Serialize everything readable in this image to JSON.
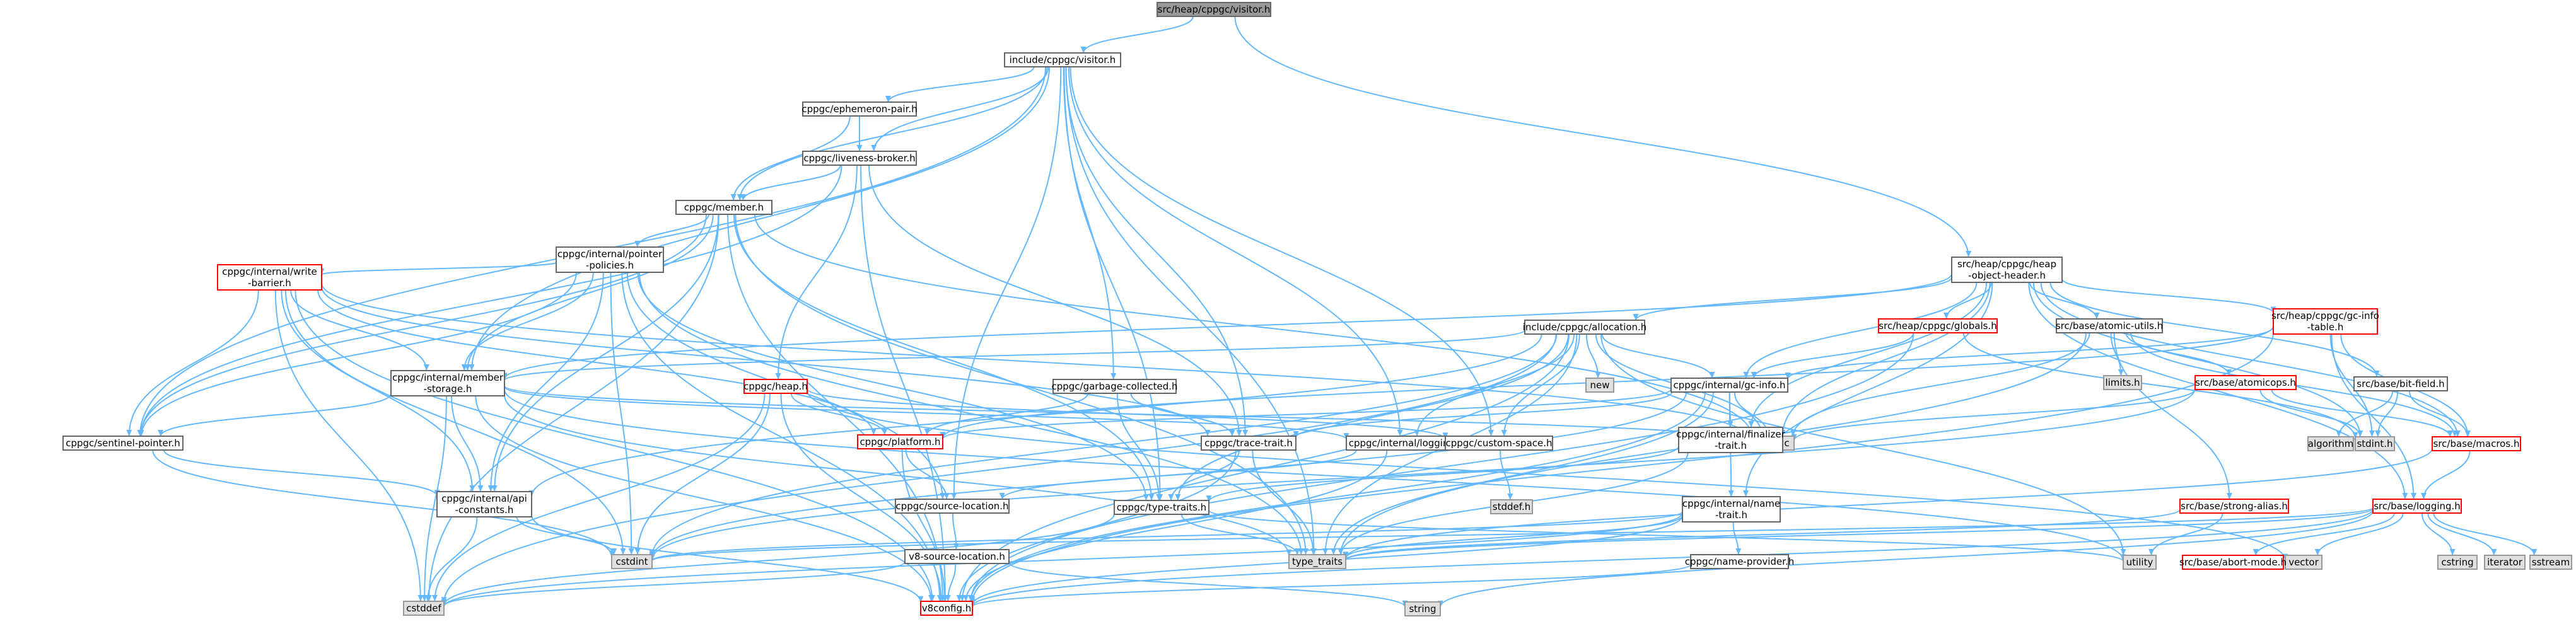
{
  "colors": {
    "edge": "#63b8ff",
    "root_fill": "#999999",
    "normal_fill": "#ffffff",
    "external_fill": "#e0e0e0",
    "normal_stroke": "#666666",
    "external_stroke": "#999999",
    "warning_stroke": "#ff0000"
  },
  "nodes": [
    {
      "id": "root",
      "lines": [
        "src/heap/cppgc/visitor.h"
      ],
      "kind": "root"
    },
    {
      "id": "visitor",
      "lines": [
        "include/cppgc/visitor.h"
      ],
      "kind": "normal"
    },
    {
      "id": "ephemeron",
      "lines": [
        "cppgc/ephemeron-pair.h"
      ],
      "kind": "normal"
    },
    {
      "id": "liveness",
      "lines": [
        "cppgc/liveness-broker.h"
      ],
      "kind": "normal"
    },
    {
      "id": "member",
      "lines": [
        "cppgc/member.h"
      ],
      "kind": "normal"
    },
    {
      "id": "pointerpol",
      "lines": [
        "cppgc/internal/pointer",
        "-policies.h"
      ],
      "kind": "normal"
    },
    {
      "id": "writebarrier",
      "lines": [
        "cppgc/internal/write",
        "-barrier.h"
      ],
      "kind": "warning"
    },
    {
      "id": "memberstorage",
      "lines": [
        "cppgc/internal/member",
        "-storage.h"
      ],
      "kind": "normal"
    },
    {
      "id": "sentinel",
      "lines": [
        "cppgc/sentinel-pointer.h"
      ],
      "kind": "normal"
    },
    {
      "id": "apiconst",
      "lines": [
        "cppgc/internal/api",
        "-constants.h"
      ],
      "kind": "normal"
    },
    {
      "id": "cstddef",
      "lines": [
        "cstddef"
      ],
      "kind": "external"
    },
    {
      "id": "cstdint",
      "lines": [
        "cstdint"
      ],
      "kind": "external"
    },
    {
      "id": "heap",
      "lines": [
        "cppgc/heap.h"
      ],
      "kind": "warning"
    },
    {
      "id": "platform",
      "lines": [
        "cppgc/platform.h"
      ],
      "kind": "warning"
    },
    {
      "id": "garbage",
      "lines": [
        "cppgc/garbage-collected.h"
      ],
      "kind": "normal"
    },
    {
      "id": "sourceloc",
      "lines": [
        "cppgc/source-location.h"
      ],
      "kind": "normal"
    },
    {
      "id": "v8srcloc",
      "lines": [
        "v8-source-location.h"
      ],
      "kind": "normal"
    },
    {
      "id": "v8config",
      "lines": [
        "v8config.h"
      ],
      "kind": "warning"
    },
    {
      "id": "tracetrait",
      "lines": [
        "cppgc/trace-trait.h"
      ],
      "kind": "normal"
    },
    {
      "id": "typetraits",
      "lines": [
        "cppgc/type-traits.h"
      ],
      "kind": "normal"
    },
    {
      "id": "typetraits_std",
      "lines": [
        "type_traits"
      ],
      "kind": "external"
    },
    {
      "id": "logging",
      "lines": [
        "cppgc/internal/logging.h"
      ],
      "kind": "normal"
    },
    {
      "id": "customspace",
      "lines": [
        "cppgc/custom-space.h"
      ],
      "kind": "normal"
    },
    {
      "id": "stddef",
      "lines": [
        "stddef.h"
      ],
      "kind": "external"
    },
    {
      "id": "allocation",
      "lines": [
        "include/cppgc/allocation.h"
      ],
      "kind": "normal"
    },
    {
      "id": "new",
      "lines": [
        "new"
      ],
      "kind": "external"
    },
    {
      "id": "gcinfo",
      "lines": [
        "cppgc/internal/gc-info.h"
      ],
      "kind": "normal"
    },
    {
      "id": "atomic",
      "lines": [
        "atomic"
      ],
      "kind": "external"
    },
    {
      "id": "finalizer",
      "lines": [
        "cppgc/internal/finalizer",
        "-trait.h"
      ],
      "kind": "normal"
    },
    {
      "id": "nametrait",
      "lines": [
        "cppgc/internal/name",
        "-trait.h"
      ],
      "kind": "normal"
    },
    {
      "id": "nameprov",
      "lines": [
        "cppgc/name-provider.h"
      ],
      "kind": "normal"
    },
    {
      "id": "string",
      "lines": [
        "string"
      ],
      "kind": "external"
    },
    {
      "id": "heapobj",
      "lines": [
        "src/heap/cppgc/heap",
        "-object-header.h"
      ],
      "kind": "normal"
    },
    {
      "id": "globals",
      "lines": [
        "src/heap/cppgc/globals.h"
      ],
      "kind": "warning"
    },
    {
      "id": "atomicutils",
      "lines": [
        "src/base/atomic-utils.h"
      ],
      "kind": "normal"
    },
    {
      "id": "gcinfotable",
      "lines": [
        "src/heap/cppgc/gc-info",
        "-table.h"
      ],
      "kind": "warning"
    },
    {
      "id": "limits",
      "lines": [
        "limits.h"
      ],
      "kind": "external"
    },
    {
      "id": "atomicops",
      "lines": [
        "src/base/atomicops.h"
      ],
      "kind": "warning"
    },
    {
      "id": "bitfield",
      "lines": [
        "src/base/bit-field.h"
      ],
      "kind": "normal"
    },
    {
      "id": "algorithm",
      "lines": [
        "algorithm"
      ],
      "kind": "external"
    },
    {
      "id": "stdint",
      "lines": [
        "stdint.h"
      ],
      "kind": "external"
    },
    {
      "id": "macros",
      "lines": [
        "src/base/macros.h"
      ],
      "kind": "warning"
    },
    {
      "id": "stralias",
      "lines": [
        "src/base/strong-alias.h"
      ],
      "kind": "warning"
    },
    {
      "id": "baselog",
      "lines": [
        "src/base/logging.h"
      ],
      "kind": "warning"
    },
    {
      "id": "utility",
      "lines": [
        "utility"
      ],
      "kind": "external"
    },
    {
      "id": "vector",
      "lines": [
        "vector"
      ],
      "kind": "external"
    },
    {
      "id": "abortmode",
      "lines": [
        "src/base/abort-mode.h"
      ],
      "kind": "warning"
    },
    {
      "id": "cstring",
      "lines": [
        "cstring"
      ],
      "kind": "external"
    },
    {
      "id": "iterator",
      "lines": [
        "iterator"
      ],
      "kind": "external"
    },
    {
      "id": "sstream",
      "lines": [
        "sstream"
      ],
      "kind": "external"
    }
  ],
  "edges": [
    [
      "root",
      "visitor"
    ],
    [
      "root",
      "heapobj"
    ],
    [
      "visitor",
      "ephemeron"
    ],
    [
      "visitor",
      "liveness"
    ],
    [
      "visitor",
      "member"
    ],
    [
      "visitor",
      "memberstorage"
    ],
    [
      "visitor",
      "sentinel"
    ],
    [
      "visitor",
      "garbage"
    ],
    [
      "visitor",
      "sourceloc"
    ],
    [
      "visitor",
      "tracetrait"
    ],
    [
      "visitor",
      "typetraits"
    ],
    [
      "visitor",
      "logging"
    ],
    [
      "visitor",
      "customspace"
    ],
    [
      "visitor",
      "typetraits_std"
    ],
    [
      "ephemeron",
      "liveness"
    ],
    [
      "ephemeron",
      "member"
    ],
    [
      "liveness",
      "member"
    ],
    [
      "liveness",
      "heap"
    ],
    [
      "liveness",
      "v8config"
    ],
    [
      "liveness",
      "tracetrait"
    ],
    [
      "liveness",
      "sentinel"
    ],
    [
      "member",
      "pointerpol"
    ],
    [
      "member",
      "memberstorage"
    ],
    [
      "member",
      "sentinel"
    ],
    [
      "member",
      "apiconst"
    ],
    [
      "member",
      "typetraits"
    ],
    [
      "member",
      "atomic"
    ],
    [
      "member",
      "cstddef"
    ],
    [
      "member",
      "v8config"
    ],
    [
      "member",
      "typetraits_std"
    ],
    [
      "pointerpol",
      "writebarrier"
    ],
    [
      "pointerpol",
      "memberstorage"
    ],
    [
      "pointerpol",
      "sentinel"
    ],
    [
      "pointerpol",
      "apiconst"
    ],
    [
      "pointerpol",
      "sourceloc"
    ],
    [
      "pointerpol",
      "typetraits"
    ],
    [
      "pointerpol",
      "cstdint"
    ],
    [
      "pointerpol",
      "typetraits_std"
    ],
    [
      "pointerpol",
      "v8config"
    ],
    [
      "writebarrier",
      "memberstorage"
    ],
    [
      "writebarrier",
      "sentinel"
    ],
    [
      "writebarrier",
      "apiconst"
    ],
    [
      "writebarrier",
      "platform"
    ],
    [
      "writebarrier",
      "tracetrait"
    ],
    [
      "writebarrier",
      "cstddef"
    ],
    [
      "writebarrier",
      "cstdint"
    ],
    [
      "writebarrier",
      "v8config"
    ],
    [
      "writebarrier",
      "atomic"
    ],
    [
      "memberstorage",
      "sentinel"
    ],
    [
      "memberstorage",
      "apiconst"
    ],
    [
      "memberstorage",
      "logging"
    ],
    [
      "memberstorage",
      "atomic"
    ],
    [
      "memberstorage",
      "cstddef"
    ],
    [
      "memberstorage",
      "typetraits_std"
    ],
    [
      "memberstorage",
      "utility"
    ],
    [
      "memberstorage",
      "v8config"
    ],
    [
      "sentinel",
      "apiconst"
    ],
    [
      "sentinel",
      "cstdint"
    ],
    [
      "apiconst",
      "cstddef"
    ],
    [
      "apiconst",
      "cstdint"
    ],
    [
      "apiconst",
      "v8config"
    ],
    [
      "heap",
      "platform"
    ],
    [
      "heap",
      "cstddef"
    ],
    [
      "heap",
      "cstdint"
    ],
    [
      "heap",
      "v8config"
    ],
    [
      "heap",
      "customspace"
    ],
    [
      "heap",
      "vector"
    ],
    [
      "platform",
      "sourceloc"
    ],
    [
      "platform",
      "v8config"
    ],
    [
      "garbage",
      "platform"
    ],
    [
      "garbage",
      "tracetrait"
    ],
    [
      "garbage",
      "typetraits"
    ],
    [
      "sourceloc",
      "v8srcloc"
    ],
    [
      "v8srcloc",
      "cstddef"
    ],
    [
      "v8srcloc",
      "string"
    ],
    [
      "v8srcloc",
      "v8config"
    ],
    [
      "tracetrait",
      "typetraits"
    ],
    [
      "tracetrait",
      "typetraits_std"
    ],
    [
      "tracetrait",
      "v8config"
    ],
    [
      "typetraits",
      "cstddef"
    ],
    [
      "typetraits",
      "typetraits_std"
    ],
    [
      "typetraits",
      "utility"
    ],
    [
      "logging",
      "sourceloc"
    ],
    [
      "logging",
      "v8config"
    ],
    [
      "customspace",
      "stddef"
    ],
    [
      "allocation",
      "memberstorage"
    ],
    [
      "allocation",
      "apiconst"
    ],
    [
      "allocation",
      "gcinfo"
    ],
    [
      "allocation",
      "new"
    ],
    [
      "allocation",
      "customspace"
    ],
    [
      "allocation",
      "atomic"
    ],
    [
      "allocation",
      "cstddef"
    ],
    [
      "allocation",
      "cstdint"
    ],
    [
      "allocation",
      "typetraits_std"
    ],
    [
      "allocation",
      "v8config"
    ],
    [
      "allocation",
      "typetraits"
    ],
    [
      "allocation",
      "logging"
    ],
    [
      "allocation",
      "utility"
    ],
    [
      "gcinfo",
      "finalizer"
    ],
    [
      "gcinfo",
      "nametrait"
    ],
    [
      "gcinfo",
      "tracetrait"
    ],
    [
      "gcinfo",
      "atomic"
    ],
    [
      "gcinfo",
      "cstdint"
    ],
    [
      "gcinfo",
      "typetraits_std"
    ],
    [
      "gcinfo",
      "v8config"
    ],
    [
      "gcinfo",
      "platform"
    ],
    [
      "finalizer",
      "typetraits"
    ],
    [
      "finalizer",
      "typetraits_std"
    ],
    [
      "nametrait",
      "nameprov"
    ],
    [
      "nametrait",
      "cstddef"
    ],
    [
      "nametrait",
      "cstdint"
    ],
    [
      "nametrait",
      "typetraits_std"
    ],
    [
      "nametrait",
      "v8config"
    ],
    [
      "nameprov",
      "v8config"
    ],
    [
      "heapobj",
      "allocation"
    ],
    [
      "heapobj",
      "globals"
    ],
    [
      "heapobj",
      "gcinfo"
    ],
    [
      "heapobj",
      "atomicutils"
    ],
    [
      "heapobj",
      "gcinfotable"
    ],
    [
      "heapobj",
      "bitfield"
    ],
    [
      "heapobj",
      "macros"
    ],
    [
      "heapobj",
      "atomic"
    ],
    [
      "heapobj",
      "stdint"
    ],
    [
      "heapobj",
      "memberstorage"
    ],
    [
      "heapobj",
      "nametrait"
    ],
    [
      "heapobj",
      "baselog"
    ],
    [
      "heapobj",
      "finalizer"
    ],
    [
      "globals",
      "gcinfo"
    ],
    [
      "globals",
      "stdint"
    ],
    [
      "globals",
      "v8config"
    ],
    [
      "atomicutils",
      "limits"
    ],
    [
      "atomicutils",
      "atomicops"
    ],
    [
      "atomicutils",
      "macros"
    ],
    [
      "atomicutils",
      "atomic"
    ],
    [
      "atomicutils",
      "typetraits_std"
    ],
    [
      "atomicutils",
      "stralias"
    ],
    [
      "gcinfotable",
      "gcinfo"
    ],
    [
      "gcinfotable",
      "stdint"
    ],
    [
      "gcinfotable",
      "macros"
    ],
    [
      "gcinfotable",
      "baselog"
    ],
    [
      "gcinfotable",
      "platform"
    ],
    [
      "gcinfotable",
      "v8config"
    ],
    [
      "atomicops",
      "stdint"
    ],
    [
      "atomicops",
      "macros"
    ],
    [
      "atomicops",
      "atomic"
    ],
    [
      "atomicops",
      "cstdint"
    ],
    [
      "bitfield",
      "stdint"
    ],
    [
      "bitfield",
      "algorithm"
    ],
    [
      "bitfield",
      "macros"
    ],
    [
      "macros",
      "baselog"
    ],
    [
      "macros",
      "typetraits_std"
    ],
    [
      "stralias",
      "typetraits_std"
    ],
    [
      "stralias",
      "utility"
    ],
    [
      "baselog",
      "abortmode"
    ],
    [
      "baselog",
      "cstring"
    ],
    [
      "baselog",
      "iterator"
    ],
    [
      "baselog",
      "sstream"
    ],
    [
      "baselog",
      "vector"
    ],
    [
      "baselog",
      "string"
    ],
    [
      "baselog",
      "cstdint"
    ],
    [
      "baselog",
      "v8config"
    ],
    [
      "baselog",
      "typetraits_std"
    ]
  ]
}
